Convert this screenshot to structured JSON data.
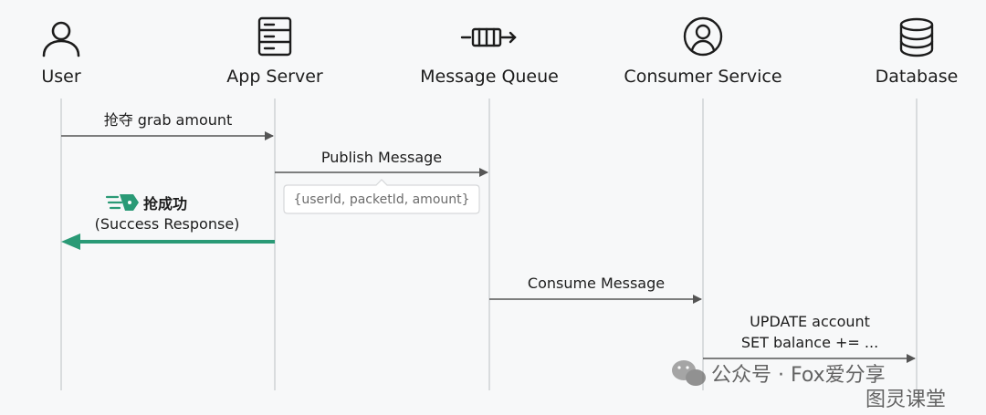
{
  "participants": [
    {
      "id": "user",
      "label": "User",
      "icon": "user-icon"
    },
    {
      "id": "app",
      "label": "App Server",
      "icon": "server-icon"
    },
    {
      "id": "mq",
      "label": "Message Queue",
      "icon": "queue-icon"
    },
    {
      "id": "consumer",
      "label": "Consumer Service",
      "icon": "user-circle-icon"
    },
    {
      "id": "db",
      "label": "Database",
      "icon": "database-icon"
    }
  ],
  "messages": {
    "grab": {
      "from": "user",
      "to": "app",
      "label": "抢夺 grab amount"
    },
    "publish": {
      "from": "app",
      "to": "mq",
      "label": "Publish Message",
      "payload": "{userId, packetId, amount}"
    },
    "response": {
      "from": "app",
      "to": "user",
      "title": "抢成功",
      "subtitle": "(Success Response)",
      "icon": "speed-lines-icon"
    },
    "consume": {
      "from": "mq",
      "to": "consumer",
      "label": "Consume Message"
    },
    "update": {
      "from": "consumer",
      "to": "db",
      "line1": "UPDATE account",
      "line2": "SET balance += ..."
    }
  },
  "watermark": {
    "line1": "公众号 · Fox爱分享",
    "line2": "图灵课堂",
    "icon": "wechat-icon"
  },
  "colors": {
    "line": "#555555",
    "lifeline": "#cfd3d6",
    "response": "#2a9a76",
    "payload_border": "#d6d8da"
  }
}
